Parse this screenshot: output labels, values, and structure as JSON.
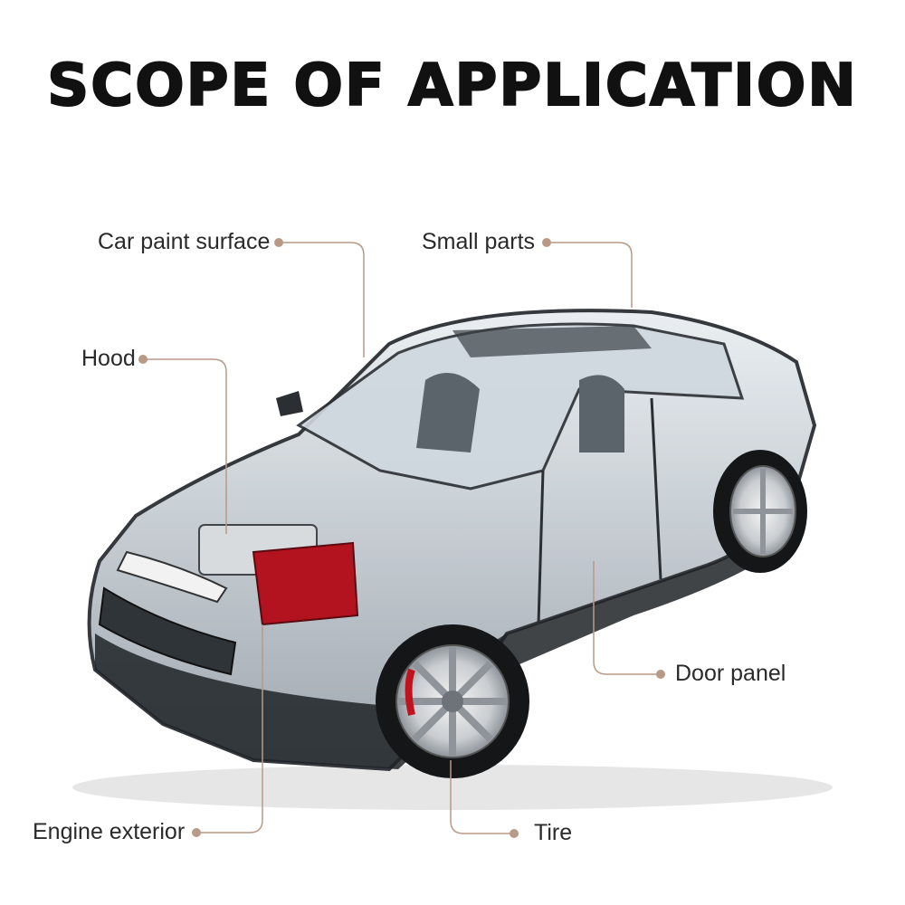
{
  "title": "SCOPE OF APPLICATION",
  "leader_color": "#b89a86",
  "labels": {
    "car_paint_surface": "Car paint surface",
    "small_parts": "Small parts",
    "hood": "Hood",
    "door_panel": "Door panel",
    "engine_exterior": "Engine exterior",
    "tire": "Tire"
  }
}
